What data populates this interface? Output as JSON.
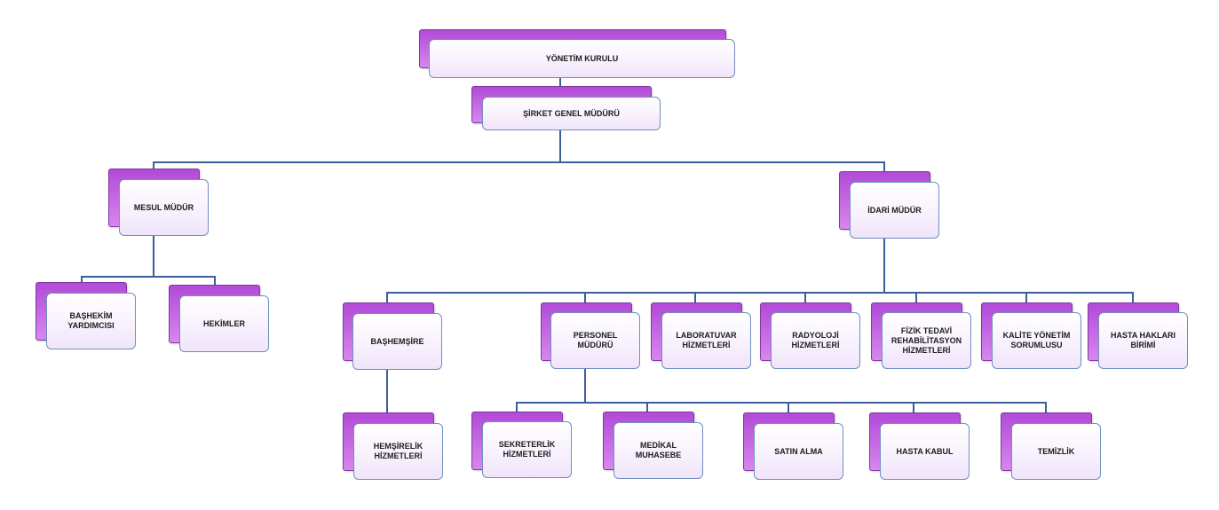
{
  "diagram": {
    "line_color": "#3b5f9b",
    "tab_color": "#c05fe0",
    "nodes": {
      "yonetim": "YÖNETİM KURULU",
      "genel_mudur": "ŞİRKET GENEL MÜDÜRÜ",
      "mesul": "MESUL MÜDÜR",
      "idari": "İDARİ MÜDÜR",
      "bashekim_yrd": "BAŞHEKİM\nYARDIMCISI",
      "hekimler": "HEKİMLER",
      "bashemsire": "BAŞHEMŞİRE",
      "personel": "PERSONEL\nMÜDÜRÜ",
      "laboratuvar": "LABORATUVAR\nHİZMETLERİ",
      "radyoloji": "RADYOLOJİ\nHİZMETLERİ",
      "fizik_tedavi": "FİZİK TEDAVİ\nREHABİLİTASYON\nHİZMETLERİ",
      "kalite": "KALİTE YÖNETİM\nSORUMLUSU",
      "hasta_haklari": "HASTA HAKLARI\nBİRİMİ",
      "hemsirelik": "HEMŞİRELİK\nHİZMETLERİ",
      "sekreterlik": "SEKRETERLİK\nHİZMETLERİ",
      "medikal": "MEDİKAL\nMUHASEBE",
      "satin_alma": "SATIN ALMA",
      "hasta_kabul": "HASTA KABUL",
      "temizlik": "TEMİZLİK"
    }
  }
}
